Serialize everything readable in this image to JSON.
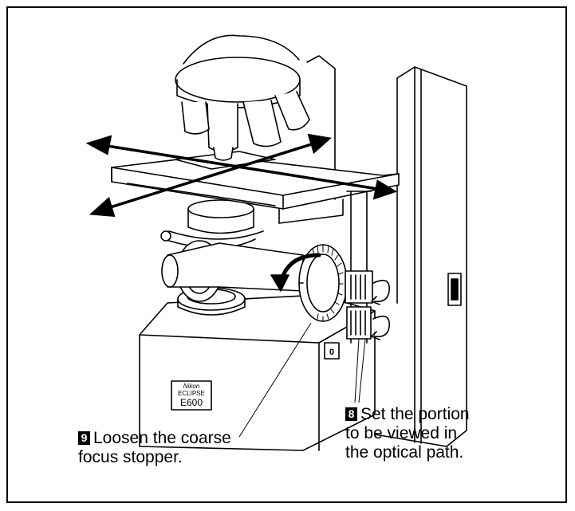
{
  "callouts": {
    "step8": {
      "number": "8",
      "lines": [
        "Set the portion",
        "to be viewed in",
        "the optical path."
      ]
    },
    "step9": {
      "number": "9",
      "lines": [
        "Loosen the coarse",
        "focus stopper."
      ]
    }
  },
  "nameplate": {
    "brand": "Nikon",
    "model_line": "ECLIPSE",
    "model": "E600"
  },
  "switch_label": "0"
}
